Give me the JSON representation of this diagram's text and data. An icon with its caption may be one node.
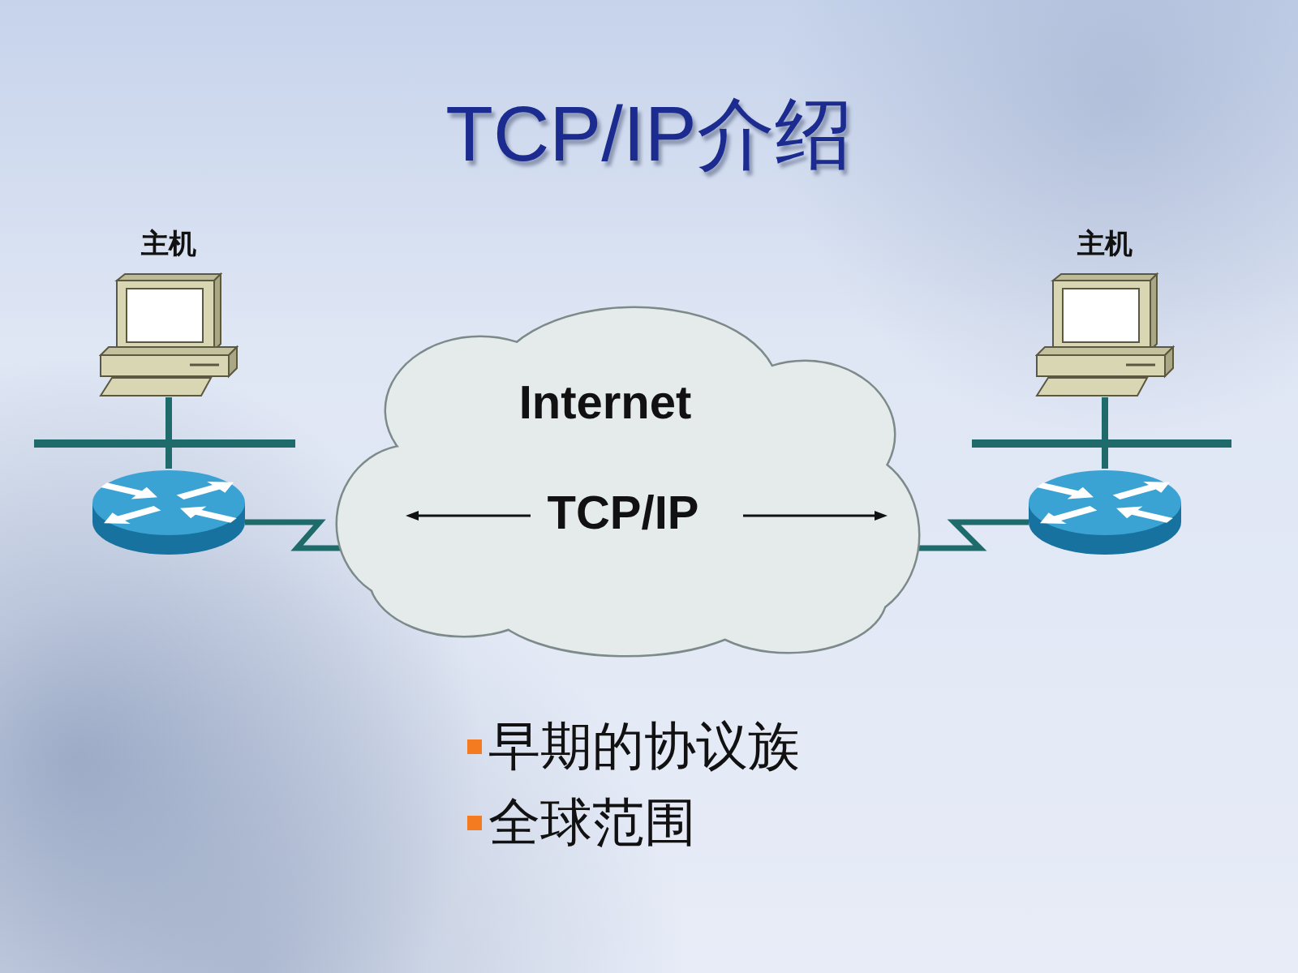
{
  "diagram": {
    "title": "TCP/IP介绍",
    "nodes": [
      {
        "text": [
          "主机"
        ]
      },
      {
        "text": [],
        "shape": "bar"
      },
      {
        "text": [],
        "shape": "picture"
      },
      {
        "text": [
          "Internet",
          "TCP/IP"
        ]
      },
      {
        "text": [
          "主机"
        ]
      },
      {
        "text": [],
        "shape": "bar"
      },
      {
        "text": [],
        "shape": "picture"
      }
    ],
    "edges": [
      {
        "from": 0,
        "to": 1,
        "arrow": "none"
      },
      {
        "from": 1,
        "to": 2,
        "arrow": "none"
      },
      {
        "from": 4,
        "to": 5,
        "arrow": "none"
      },
      {
        "from": 5,
        "to": 6,
        "arrow": "none"
      },
      {
        "from": 2,
        "to": 3,
        "arrow": "none"
      },
      {
        "from": 3,
        "to": 6,
        "arrow": "none"
      }
    ],
    "labels": [
      "早期的协议族",
      "全球范围"
    ]
  }
}
